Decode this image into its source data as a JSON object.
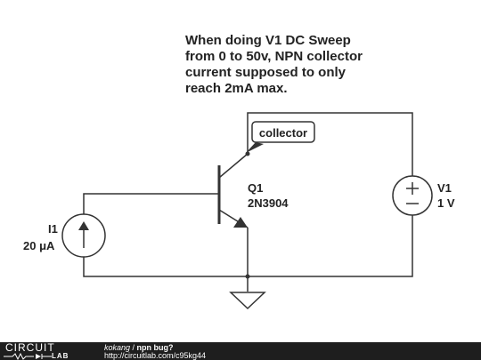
{
  "annotation": "When doing V1 DC Sweep\nfrom 0 to 50v, NPN collector\ncurrent supposed to only\nreach 2mA max.",
  "probe_label": "collector",
  "transistor": {
    "ref": "Q1",
    "part": "2N3904"
  },
  "current_source": {
    "ref": "I1",
    "value": "20 μA"
  },
  "voltage_source": {
    "ref": "V1",
    "value": "1 V",
    "plus": "+",
    "minus": "−"
  },
  "footer": {
    "logo_top": "CIRCUIT",
    "logo_bottom": "LAB",
    "author": "kokang",
    "separator": " / ",
    "title": "npn bug?",
    "url": "http://circuitlab.com/c95kg44"
  }
}
